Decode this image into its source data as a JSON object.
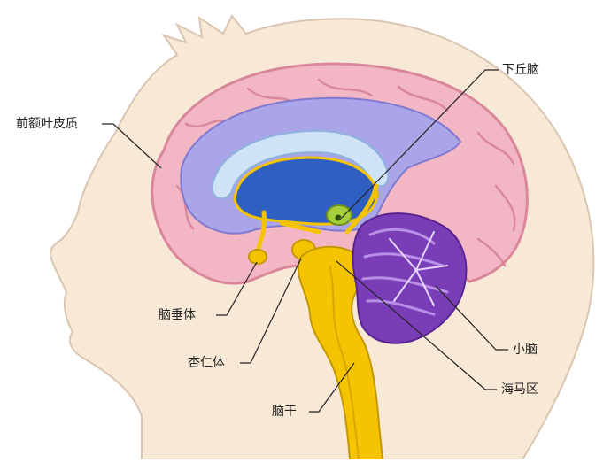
{
  "labels": {
    "prefrontal_cortex": "前额叶皮质",
    "hypothalamus": "下丘脑",
    "pituitary": "脑垂体",
    "amygdala": "杏仁体",
    "brainstem": "脑干",
    "cerebellum": "小脑",
    "hippocampus": "海马区"
  },
  "colors": {
    "skin": "#f8e8d6",
    "skin_outline": "#d9c6b2",
    "cortex": "#f2b6c4",
    "cortex_edge": "#d9879b",
    "inner_lavender": "#a9a5e8",
    "ventricle_blue": "#2f5fc1",
    "brainstem_yellow": "#f5c400",
    "cerebellum_purple": "#7a3db8",
    "hypothalamus_green": "#a6cf3a"
  }
}
